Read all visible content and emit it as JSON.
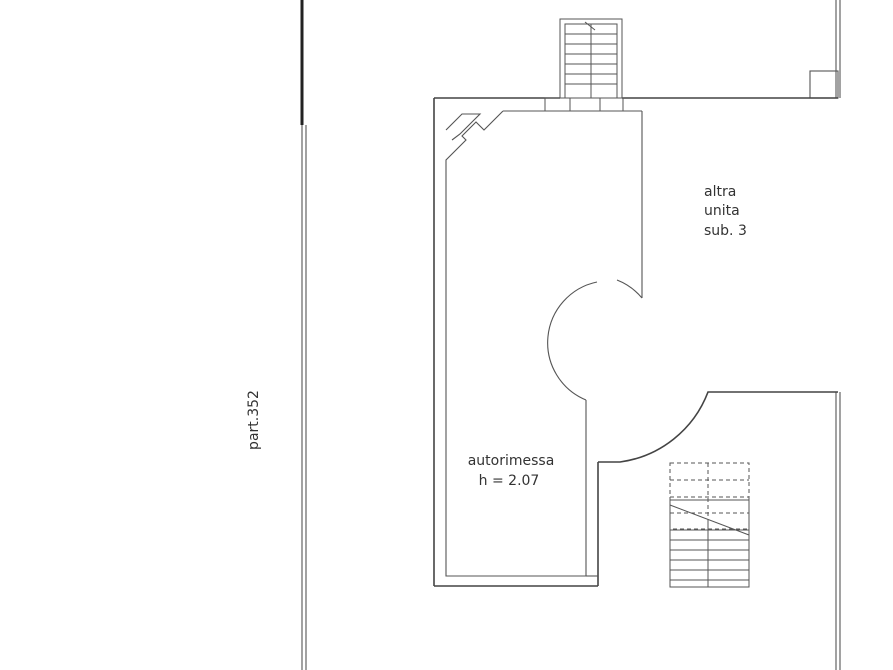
{
  "plan": {
    "label_other_unit": [
      "altra",
      "unita",
      "sub. 3"
    ],
    "label_room": [
      "autorimessa",
      "h = 2.07"
    ],
    "label_parcel": "part.352"
  }
}
